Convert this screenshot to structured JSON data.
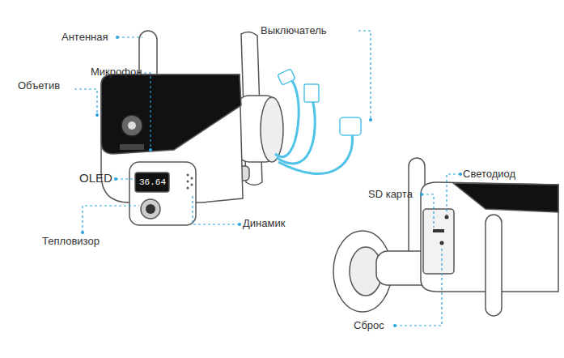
{
  "diagram": {
    "labels": [
      "Антенная",
      "Микрофон",
      "Объетив",
      "OLED",
      "36.64",
      "Тепловизор",
      "Динамик",
      "Выключатель",
      "SD карта",
      "Светодиод",
      "Сброс"
    ]
  }
}
